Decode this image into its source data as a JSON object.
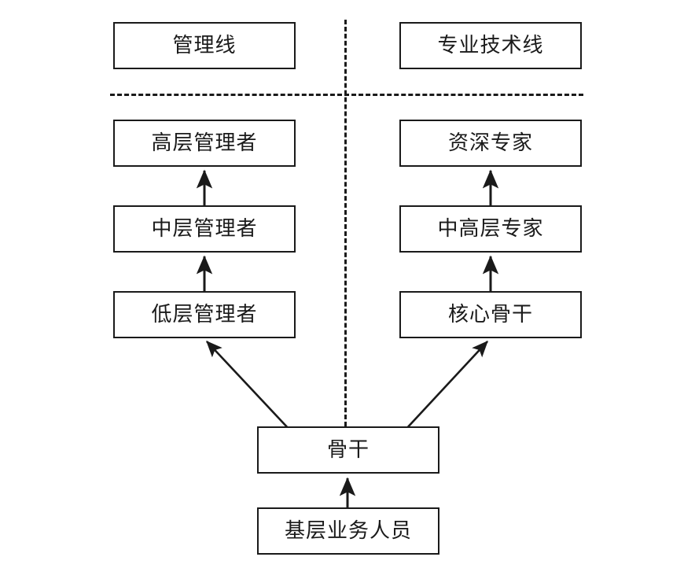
{
  "diagram": {
    "title_visible": false,
    "background": "#ffffff",
    "line_color": "#1a1a1a",
    "columns": [
      {
        "id": "management",
        "header": "管理线"
      },
      {
        "id": "technical",
        "header": "专业技术线"
      }
    ],
    "nodes": {
      "mgmt_line": "管理线",
      "tech_line": "专业技术线",
      "senior_manager": "高层管理者",
      "middle_manager": "中层管理者",
      "junior_manager": "低层管理者",
      "senior_expert": "资深专家",
      "mid_high_expert": "中高层专家",
      "core_backbone": "核心骨干",
      "backbone": "骨干",
      "frontline_staff": "基层业务人员"
    },
    "edges": [
      {
        "from": "middle_manager",
        "to": "senior_manager",
        "style": "solid-arrow-up"
      },
      {
        "from": "junior_manager",
        "to": "middle_manager",
        "style": "solid-arrow-up"
      },
      {
        "from": "mid_high_expert",
        "to": "senior_expert",
        "style": "solid-arrow-up"
      },
      {
        "from": "core_backbone",
        "to": "mid_high_expert",
        "style": "solid-arrow-up"
      },
      {
        "from": "backbone",
        "to": "junior_manager",
        "style": "solid-arrow-diagonal-up-left"
      },
      {
        "from": "backbone",
        "to": "core_backbone",
        "style": "solid-arrow-diagonal-up-right"
      },
      {
        "from": "frontline_staff",
        "to": "backbone",
        "style": "solid-arrow-up"
      }
    ],
    "dividers": [
      {
        "id": "horizontal-divider",
        "orientation": "horizontal",
        "style": "dashed"
      },
      {
        "id": "vertical-divider",
        "orientation": "vertical",
        "style": "dashed"
      }
    ]
  }
}
